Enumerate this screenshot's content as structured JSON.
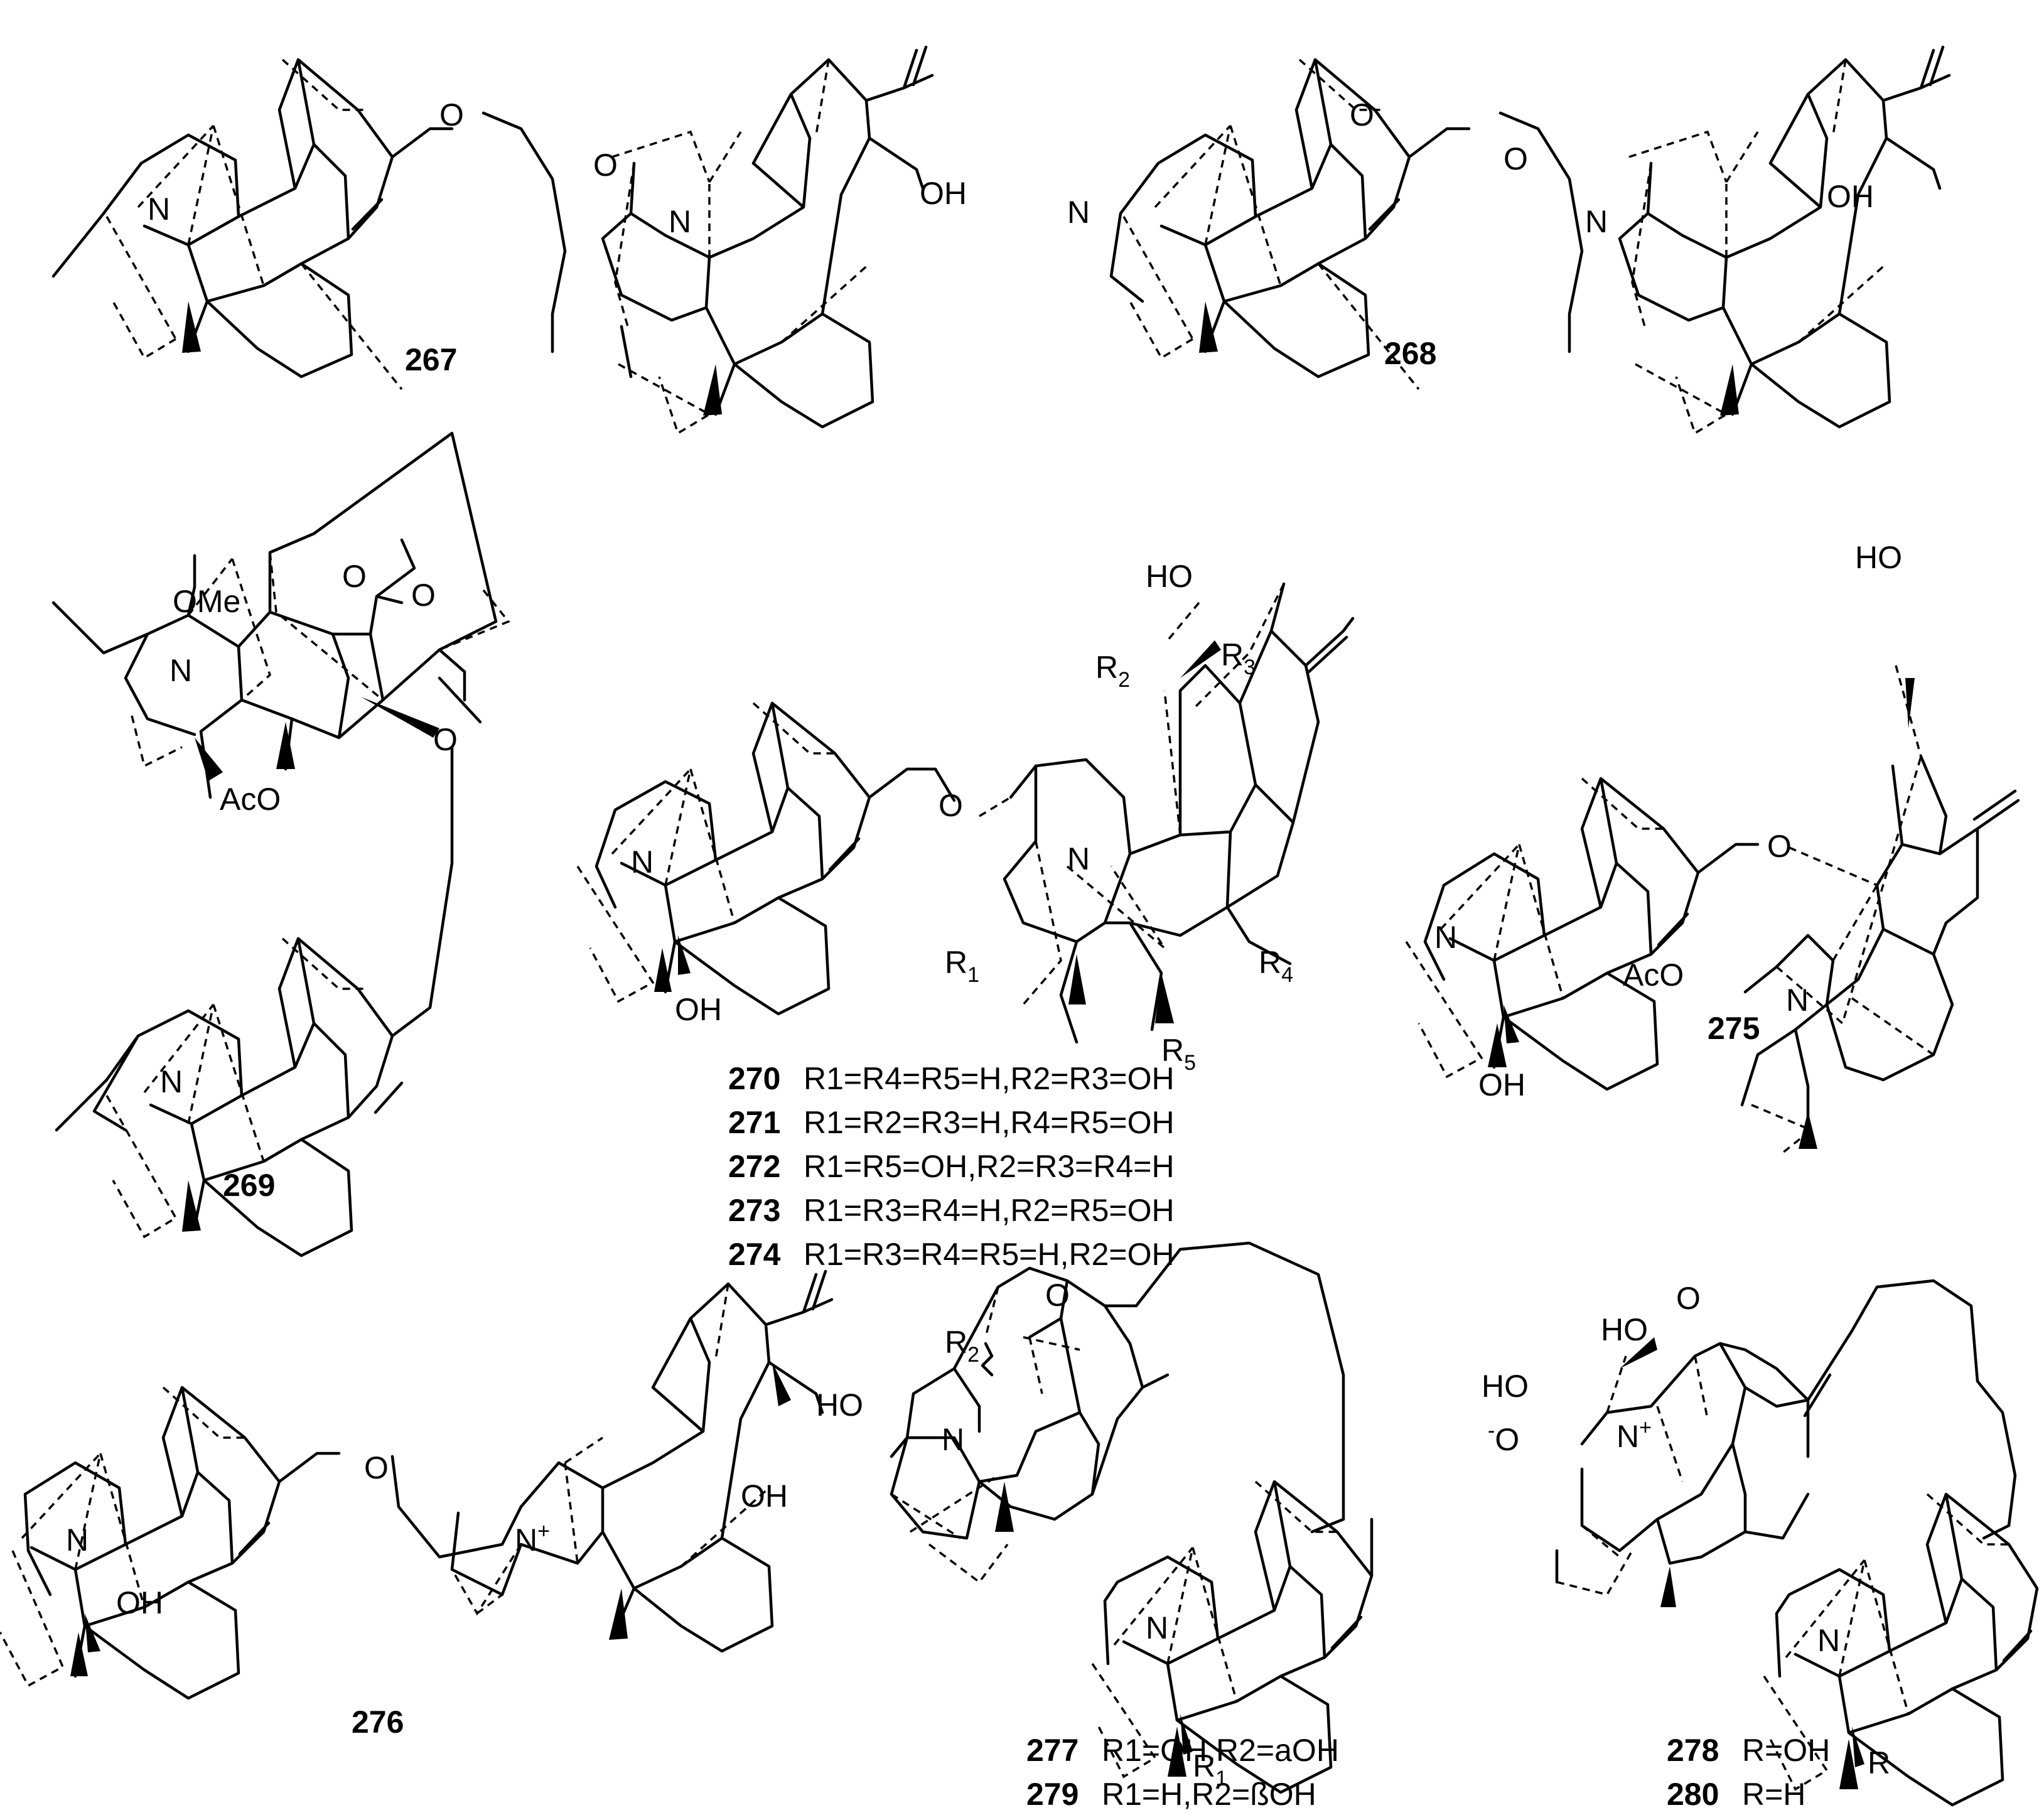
{
  "compounds": [
    {
      "id": "267"
    },
    {
      "id": "268"
    },
    {
      "id": "269"
    },
    {
      "id": "275"
    },
    {
      "id": "276"
    }
  ],
  "series_270": [
    {
      "id": "270",
      "text": "R1=R4=R5=H,R2=R3=OH"
    },
    {
      "id": "271",
      "text": "R1=R2=R3=H,R4=R5=OH"
    },
    {
      "id": "272",
      "text": "R1=R5=OH,R2=R3=R4=H"
    },
    {
      "id": "273",
      "text": "R1=R3=R4=H,R2=R5=OH"
    },
    {
      "id": "274",
      "text": "R1=R3=R4=R5=H,R2=OH"
    }
  ],
  "series_277": [
    {
      "id": "277",
      "text": "R1=OH,R2=aOH"
    },
    {
      "id": "279",
      "text": "R1=H,R2=ßOH"
    }
  ],
  "series_278": [
    {
      "id": "278",
      "text": "R=OH"
    },
    {
      "id": "280",
      "text": "R=H"
    }
  ],
  "atoms": {
    "N": "N",
    "O": "O",
    "OH": "OH",
    "HO": "HO",
    "OMe": "OMe",
    "AcO": "AcO",
    "Nplus": "N",
    "plus": "+",
    "Ominus": "O",
    "minus": "-",
    "R": "R",
    "R1": "R",
    "R2": "R",
    "R3": "R",
    "R4": "R",
    "R5": "R",
    "sub1": "1",
    "sub2": "2",
    "sub3": "3",
    "sub4": "4",
    "sub5": "5"
  }
}
